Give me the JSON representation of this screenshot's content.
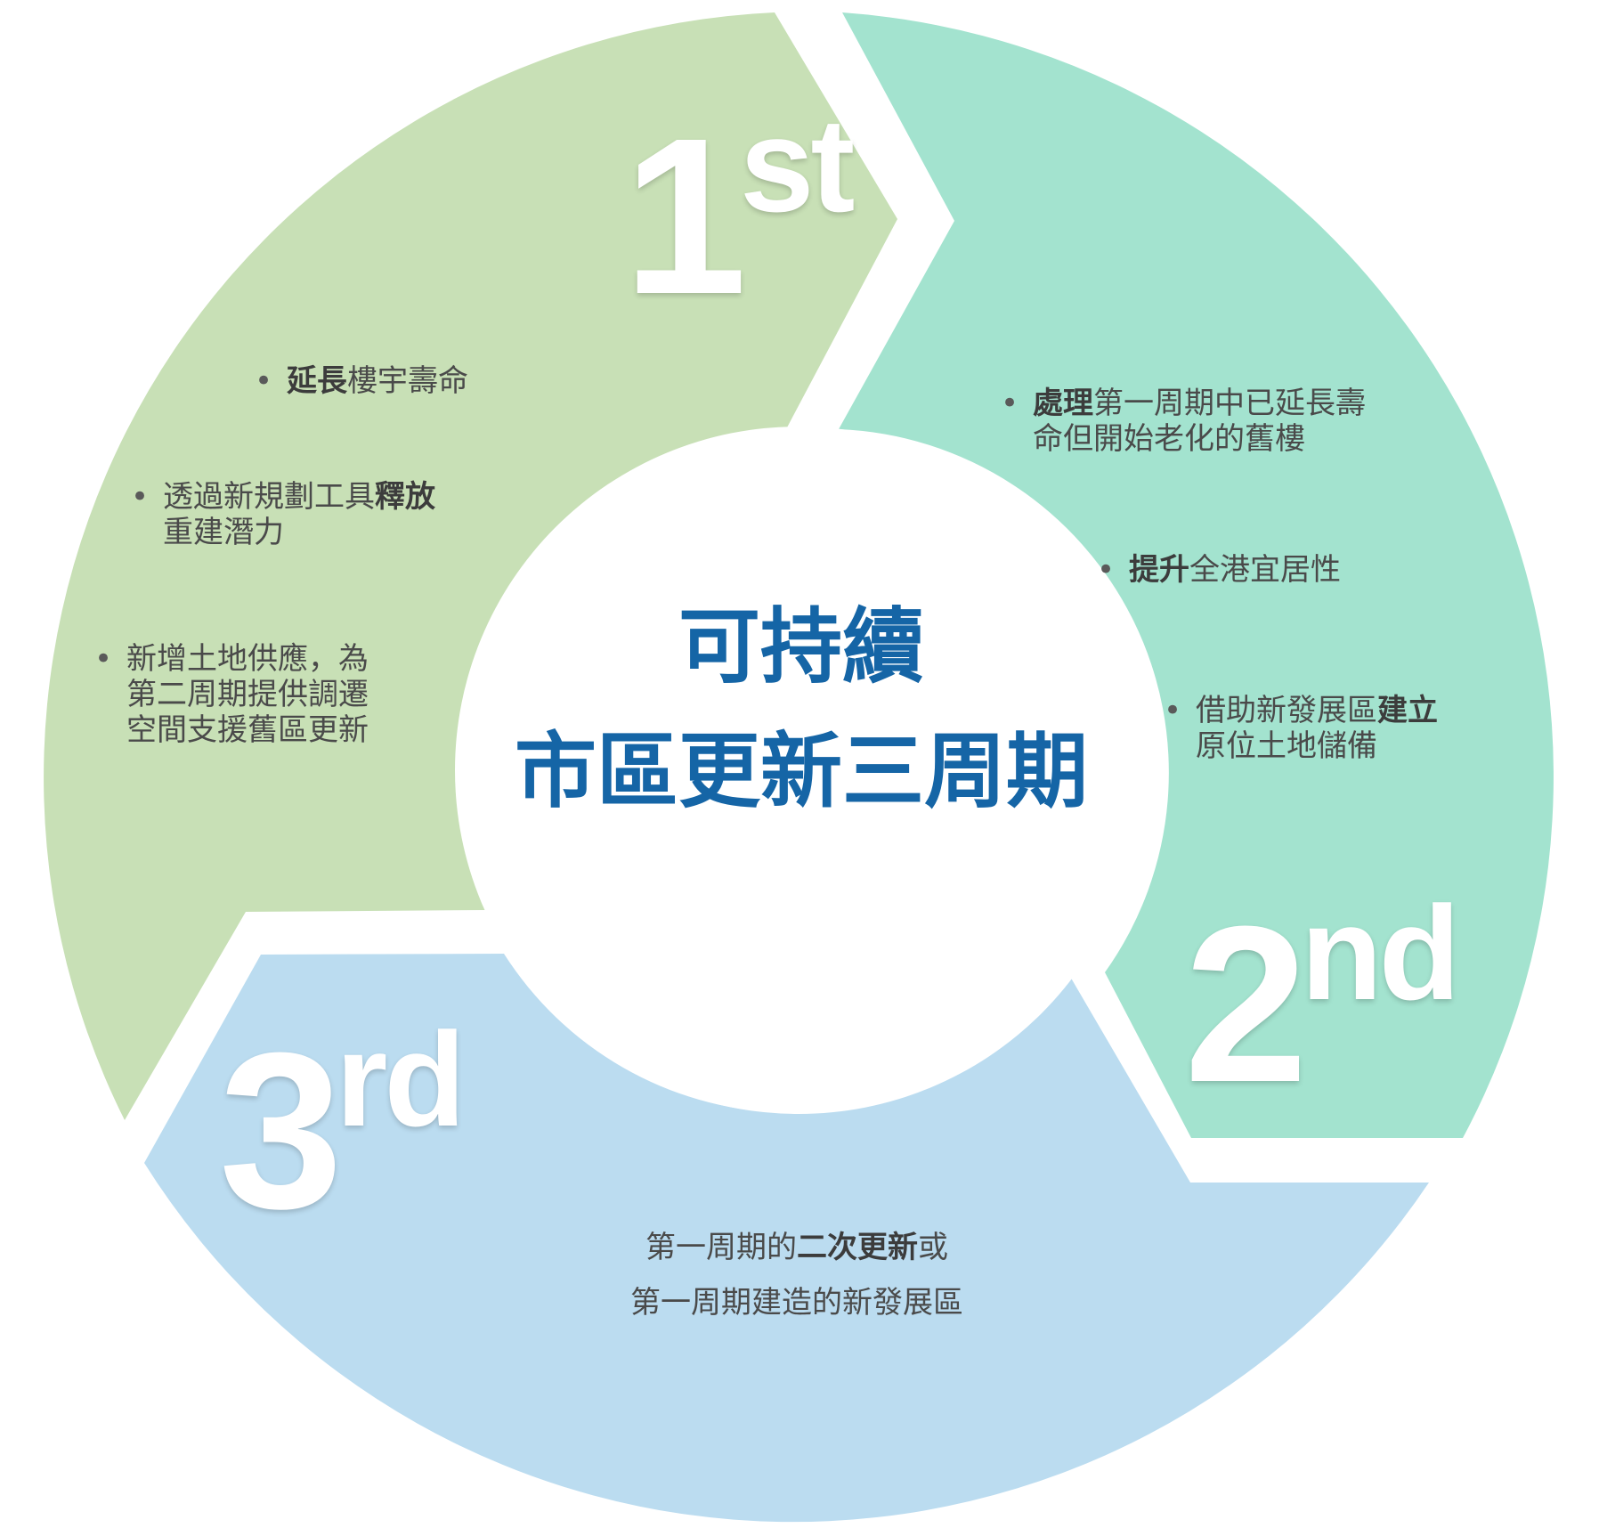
{
  "center": {
    "line1": "可持續",
    "line2": "市區更新三周期"
  },
  "segments": [
    {
      "ordinal_num": "1",
      "ordinal_suffix": "st",
      "color": "#c8e0b6",
      "bullets": [
        {
          "bold": "延長",
          "rest": "樓宇壽命"
        },
        {
          "pre": "透過新規劃工具",
          "bold": "釋放",
          "line2": "重建潛力"
        },
        {
          "line1": "新增土地供應，為",
          "line2": "第二周期提供調遷",
          "line3": "空間支援舊區更新"
        }
      ]
    },
    {
      "ordinal_num": "2",
      "ordinal_suffix": "nd",
      "color": "#a3e3cf",
      "bullets": [
        {
          "bold": "處理",
          "rest": "第一周期中已延長壽",
          "line2": "命但開始老化的舊樓"
        },
        {
          "bold": "提升",
          "rest": "全港宜居性"
        },
        {
          "pre": "借助新發展區",
          "bold": "建立",
          "line2": "原位土地儲備"
        }
      ]
    },
    {
      "ordinal_num": "3",
      "ordinal_suffix": "rd",
      "color": "#bbdcf0",
      "text": {
        "pre": "第一周期的",
        "bold": "二次更新",
        "post": "或",
        "line2": "第一周期建造的新發展區"
      }
    }
  ]
}
